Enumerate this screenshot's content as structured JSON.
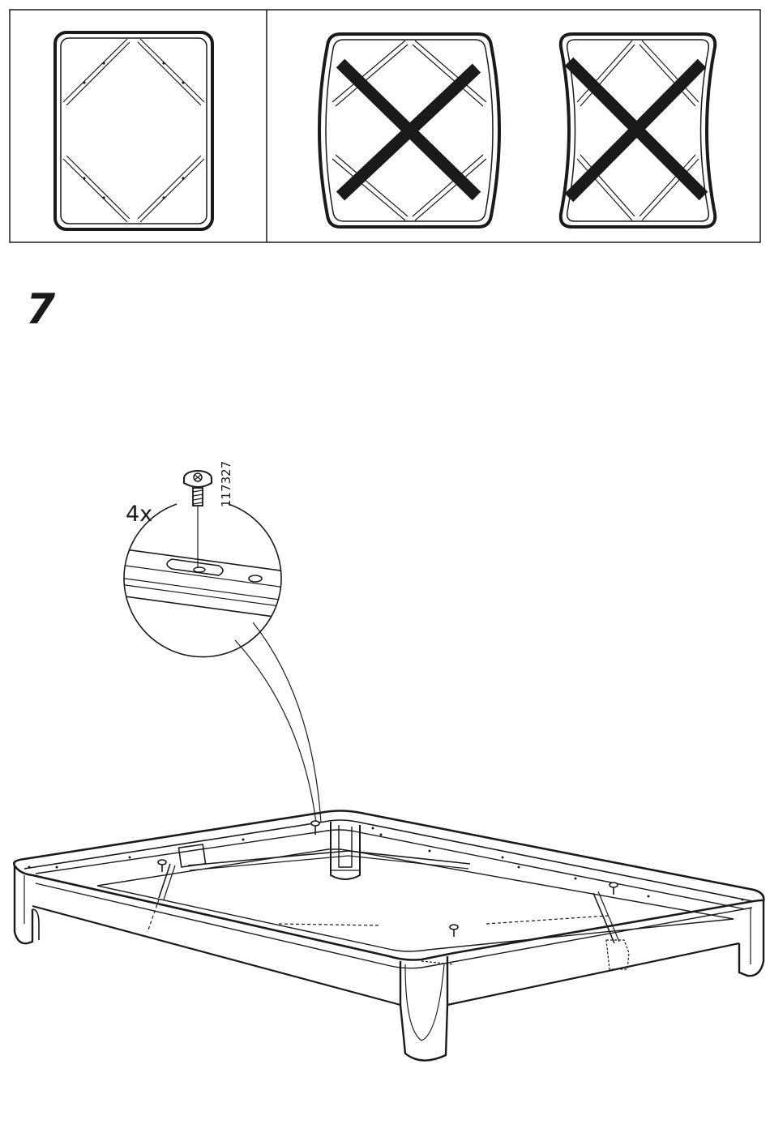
{
  "step": {
    "number": "7"
  },
  "hardware": {
    "quantity": "4x",
    "part_number": "117327"
  },
  "colors": {
    "ink": "#1a1a1a",
    "paper": "#ffffff",
    "frame_line": "#555555"
  },
  "icons": {
    "screw": "screw-icon",
    "correct_frame": "square-frame-icon",
    "wrong_frame": "cross-mark-icon"
  }
}
